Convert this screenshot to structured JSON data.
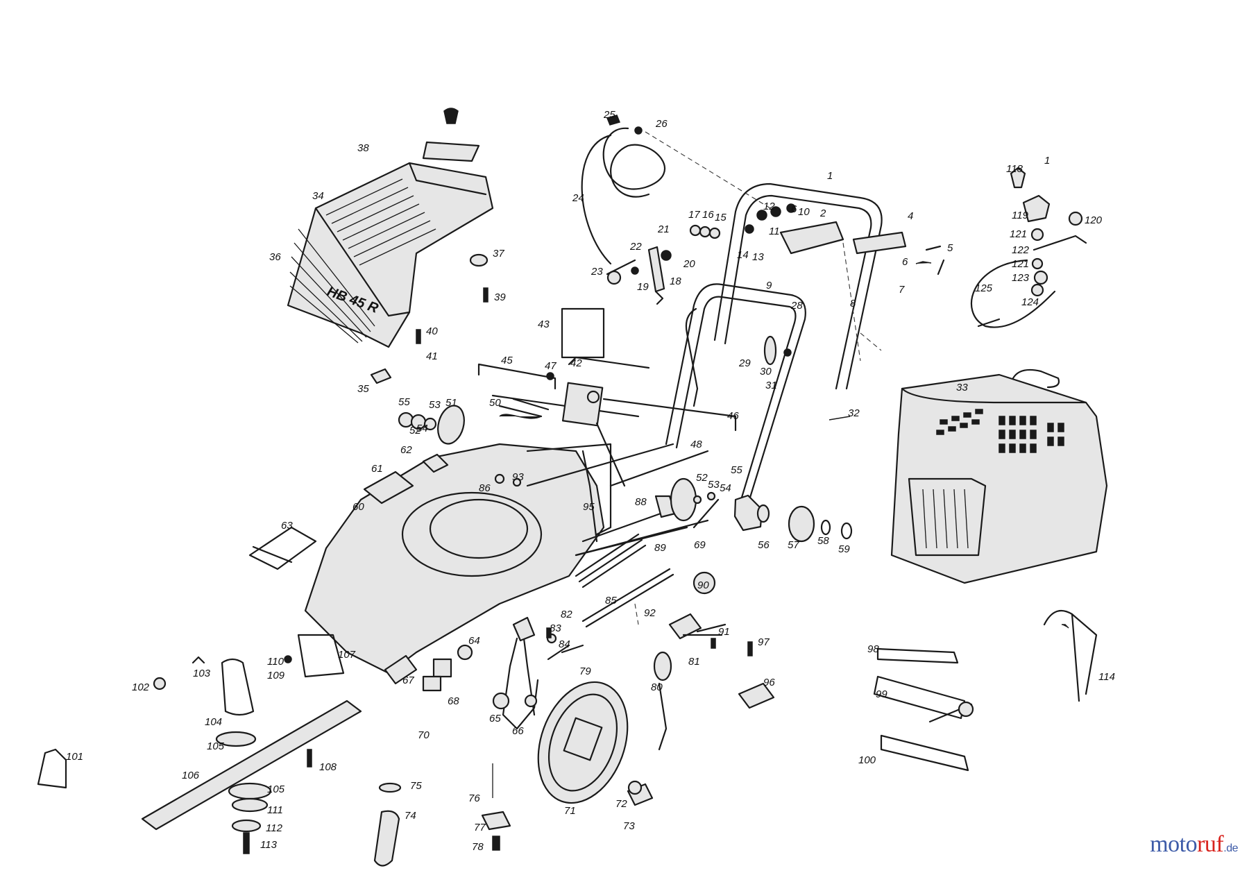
{
  "cover_lettering": "HB 45 R",
  "watermark": {
    "part1": "moto",
    "part2": "ruf",
    "part3": ".de"
  },
  "callouts": [
    "1",
    "1",
    "2",
    "4",
    "5",
    "6",
    "6",
    "7",
    "8",
    "9",
    "10",
    "11",
    "12",
    "13",
    "14",
    "15",
    "16",
    "17",
    "18",
    "19",
    "20",
    "21",
    "22",
    "23",
    "24",
    "25",
    "26",
    "28",
    "29",
    "30",
    "31",
    "32",
    "33",
    "34",
    "35",
    "36",
    "37",
    "38",
    "39",
    "40",
    "41",
    "42",
    "43",
    "45",
    "46",
    "47",
    "48",
    "50",
    "51",
    "52",
    "52",
    "53",
    "53",
    "54",
    "54",
    "55",
    "55",
    "56",
    "57",
    "58",
    "59",
    "60",
    "61",
    "62",
    "63",
    "64",
    "65",
    "66",
    "67",
    "68",
    "69",
    "70",
    "71",
    "72",
    "73",
    "74",
    "75",
    "76",
    "77",
    "78",
    "79",
    "80",
    "81",
    "82",
    "83",
    "84",
    "85",
    "86",
    "88",
    "89",
    "90",
    "91",
    "92",
    "93",
    "95",
    "96",
    "97",
    "98",
    "99",
    "100",
    "101",
    "102",
    "103",
    "104",
    "105",
    "105",
    "106",
    "107",
    "108",
    "109",
    "110",
    "111",
    "112",
    "113",
    "114",
    "118",
    "119",
    "120",
    "121",
    "121",
    "122",
    "123",
    "124",
    "125"
  ],
  "colors": {
    "line": "#1a1a1a",
    "watermark_blue": "#3d5ba8",
    "watermark_red": "#d8231d"
  }
}
